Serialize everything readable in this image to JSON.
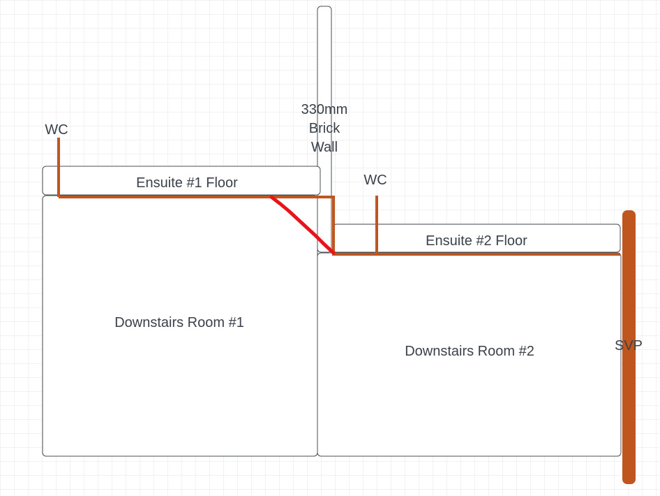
{
  "colors": {
    "background": "#ffffff",
    "grid": "#e6e6e6",
    "box_stroke": "#4a4f55",
    "pipe": "#c0561f",
    "red_line": "#e8141c",
    "text": "#3a414a"
  },
  "labels": {
    "wc_1": "WC",
    "wc_2": "WC",
    "wall_line1": "330mm",
    "wall_line2": "Brick",
    "wall_line3": "Wall",
    "ensuite_1": "Ensuite #1 Floor",
    "ensuite_2": "Ensuite #2 Floor",
    "room_1": "Downstairs Room #1",
    "room_2": "Downstairs Room #2",
    "svp": "SVP"
  }
}
